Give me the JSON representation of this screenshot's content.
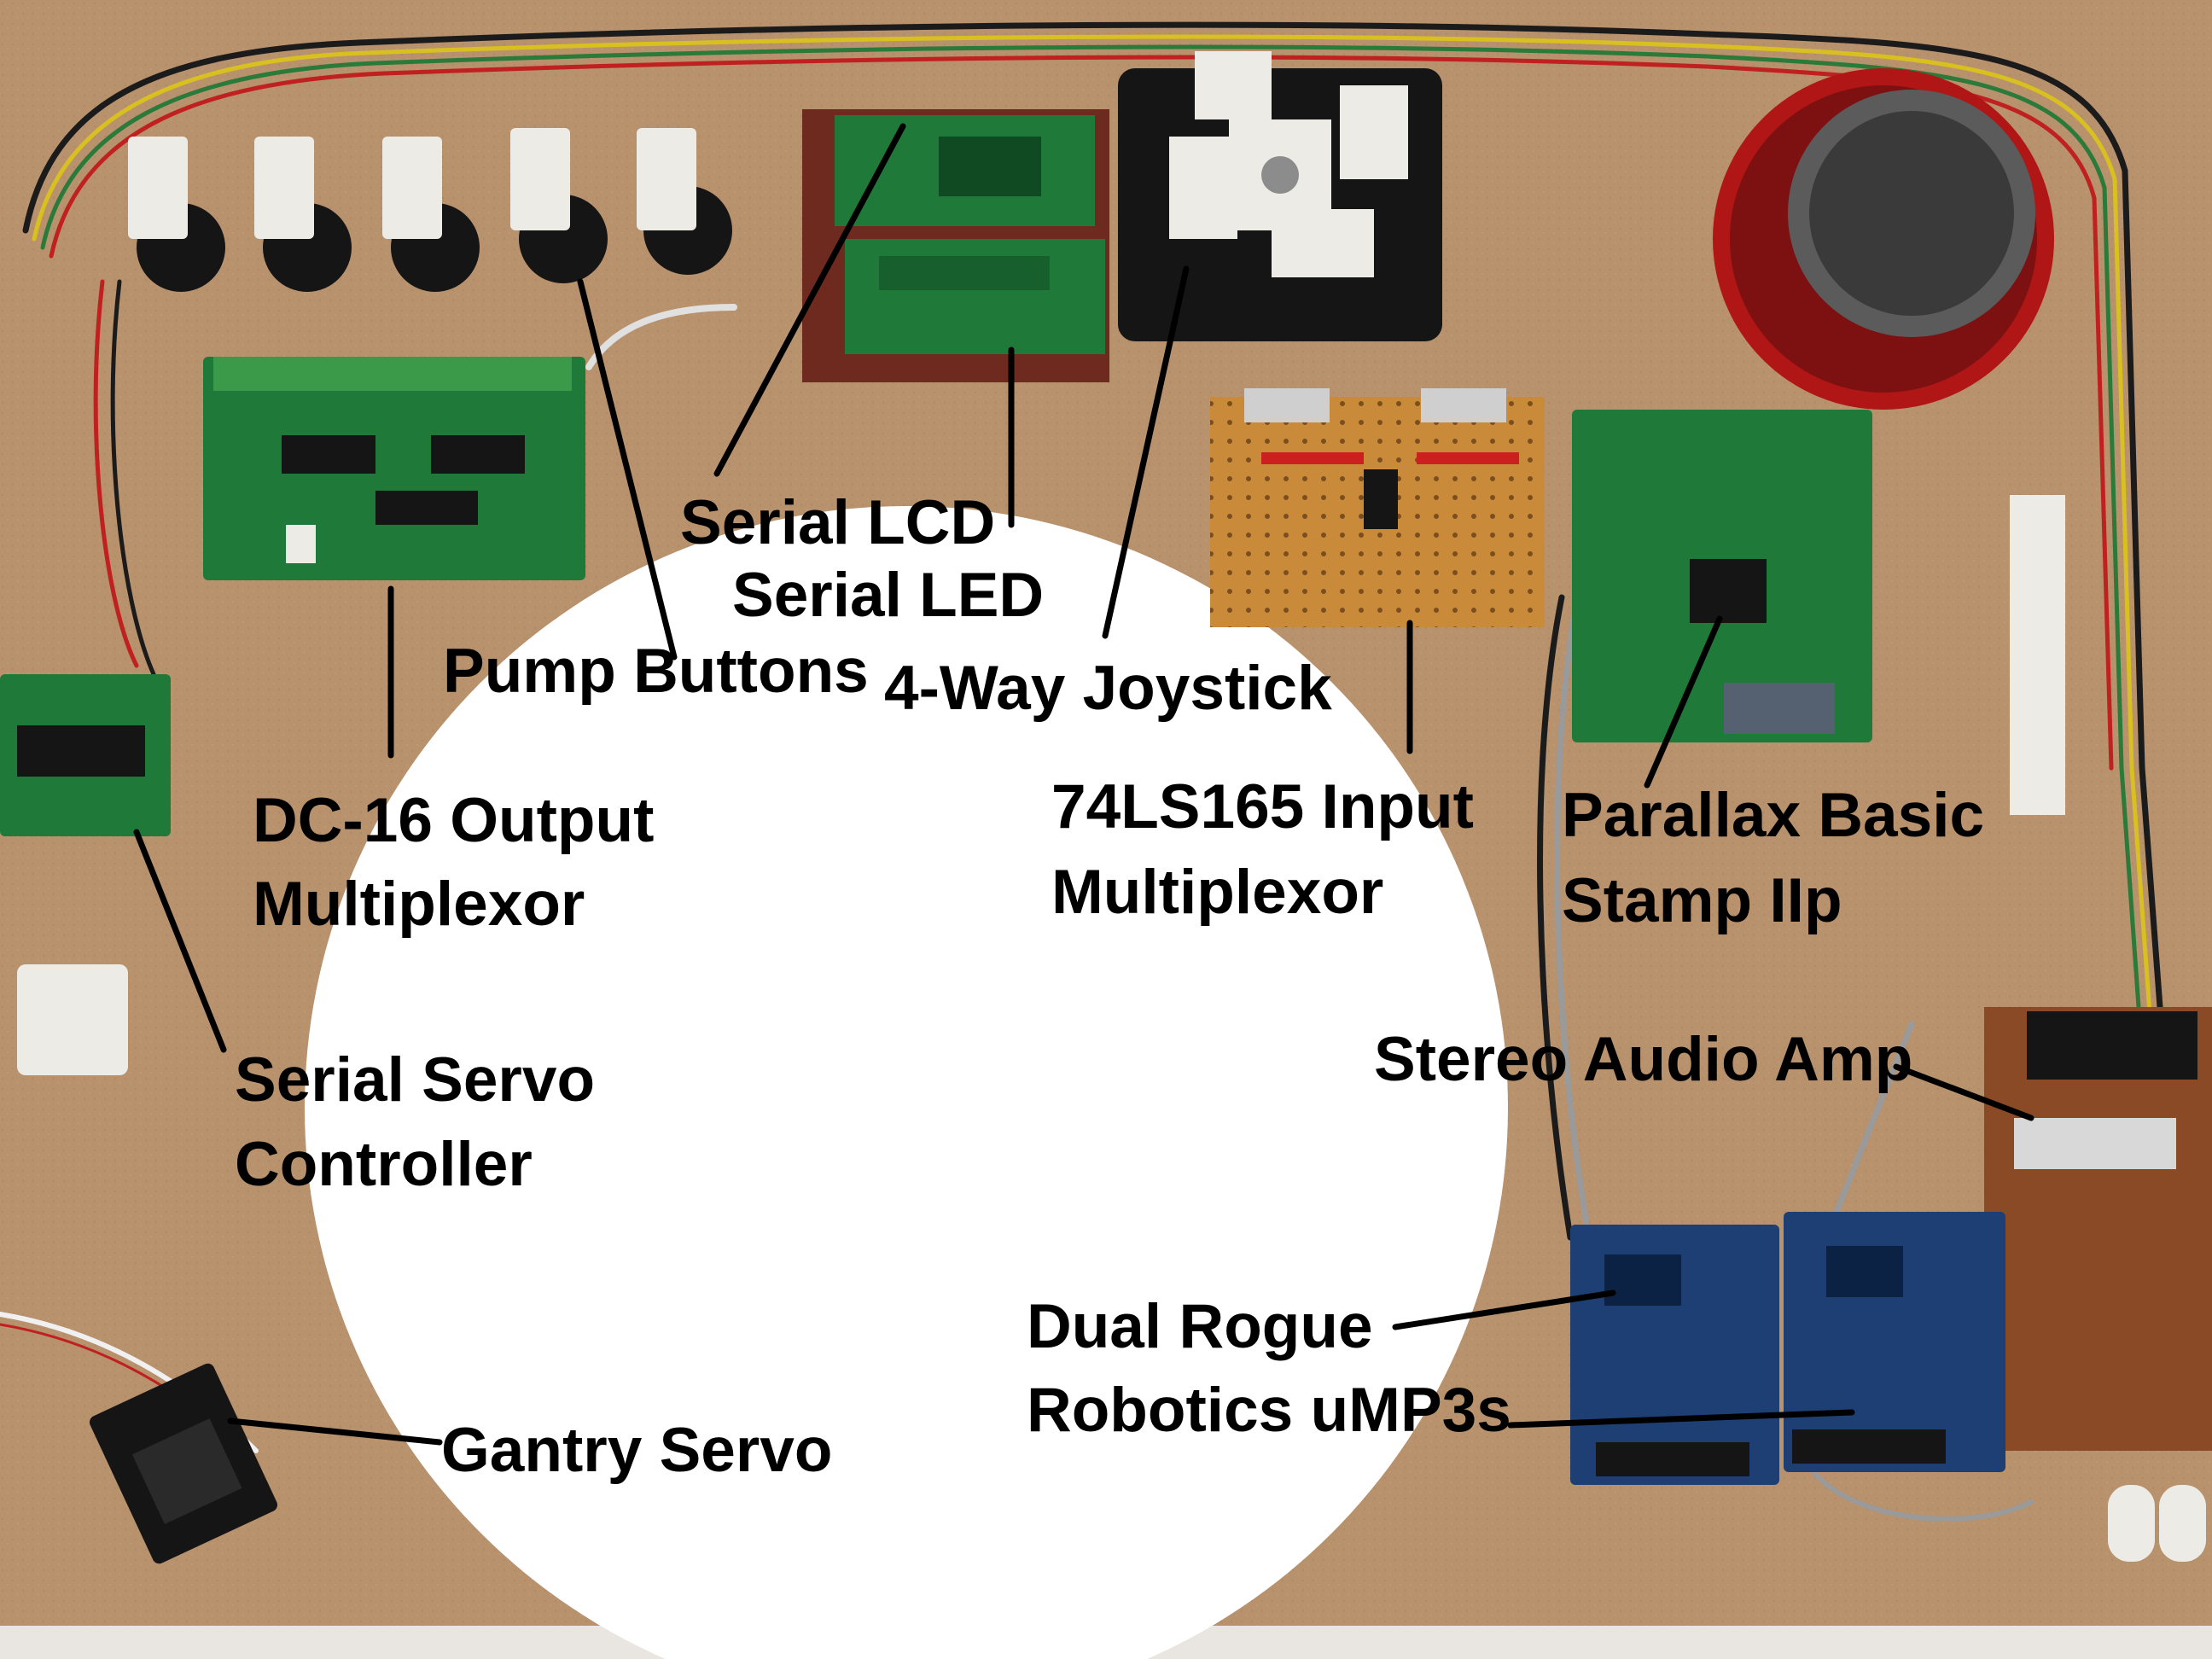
{
  "labels": {
    "serial_lcd": "Serial LCD",
    "serial_led": "Serial LED",
    "pump_buttons": "Pump Buttons",
    "joystick": "4-Way Joystick",
    "dc16_line1": "DC-16 Output",
    "dc16_line2": "Multiplexor",
    "input_mux_line1": "74LS165 Input",
    "input_mux_line2": "Multiplexor",
    "parallax_line1": "Parallax Basic",
    "parallax_line2": "Stamp IIp",
    "serial_servo_line1": "Serial Servo",
    "serial_servo_line2": "Controller",
    "stereo_amp": "Stereo Audio Amp",
    "rogue_line1": "Dual Rogue",
    "rogue_line2": "Robotics uMP3s",
    "gantry_servo": "Gantry Servo"
  },
  "colors": {
    "board": "#b8916d",
    "pcb_green": "#1f7a3a",
    "pcb_blue": "#1e3f73",
    "pcb_orange": "#c98a3a",
    "pcb_brown": "#8b4a26",
    "speaker_red": "#b01616",
    "label_text": "#000000",
    "leader_line": "#000000",
    "white_disc": "#ffffff"
  }
}
